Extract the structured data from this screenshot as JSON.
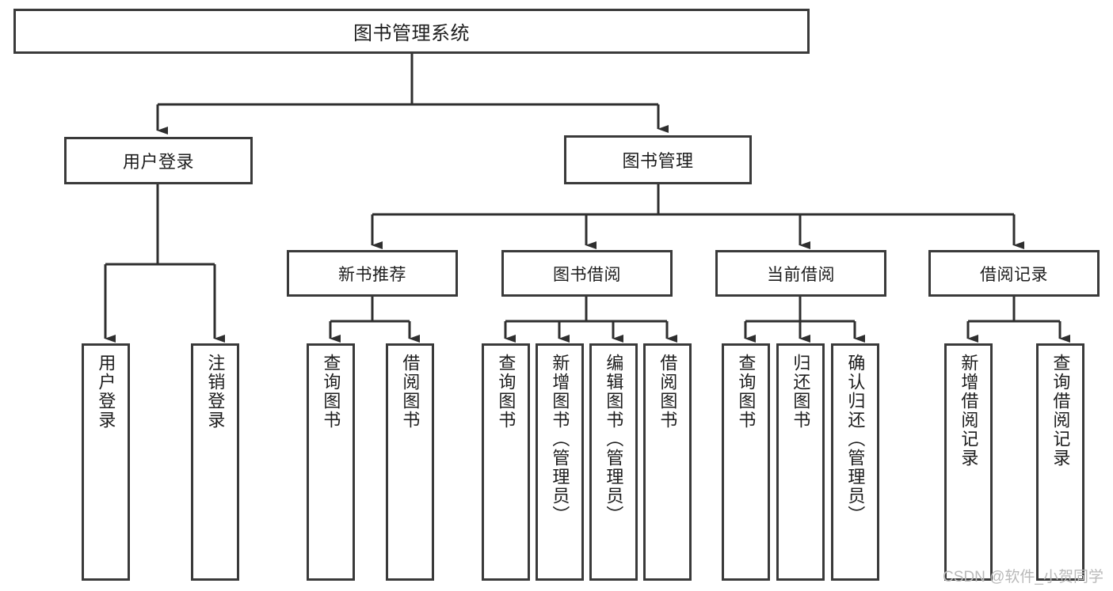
{
  "diagram": {
    "title": "图书管理系统",
    "type": "hierarchy-tree",
    "orientation": "top-down",
    "colors": {
      "box_border": "#3a3a3a",
      "box_fill": "#ffffff",
      "connector": "#2f2f2f",
      "text": "#1d1d1d",
      "watermark": "#b9b9b9",
      "background": "#ffffff"
    },
    "root": {
      "label": "图书管理系统"
    },
    "level1": [
      {
        "label": "用户登录"
      },
      {
        "label": "图书管理"
      }
    ],
    "level2": [
      {
        "label": "新书推荐"
      },
      {
        "label": "图书借阅"
      },
      {
        "label": "当前借阅"
      },
      {
        "label": "借阅记录"
      }
    ],
    "leaves": {
      "user_login": [
        {
          "label": "用户登录"
        },
        {
          "label": "注销登录"
        }
      ],
      "new_book_recommend": [
        {
          "label": "查询图书"
        },
        {
          "label": "借阅图书"
        }
      ],
      "book_borrow": [
        {
          "label": "查询图书"
        },
        {
          "label": "新增图书（管理员）"
        },
        {
          "label": "编辑图书（管理员）"
        },
        {
          "label": "借阅图书"
        }
      ],
      "current_borrow": [
        {
          "label": "查询图书"
        },
        {
          "label": "归还图书"
        },
        {
          "label": "确认归还（管理员）"
        }
      ],
      "borrow_record": [
        {
          "label": "新增借阅记录"
        },
        {
          "label": "查询借阅记录"
        }
      ]
    },
    "watermark": "CSDN @软件_小贺同学"
  }
}
